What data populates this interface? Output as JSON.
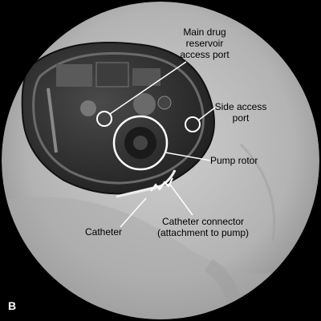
{
  "labels": {
    "main_reservoir": "Main drug\nreservoir\naccess port",
    "side_access": "Side access\nport",
    "pump_rotor": "Pump rotor",
    "catheter": "Catheter",
    "catheter_connector": "Catheter connector\n(attachment to pump)"
  },
  "panel_letter": "B",
  "colors": {
    "background": "#000000",
    "xray_field": "#b8b8b8",
    "pump_body": "#2e2e2e",
    "annotation": "#ffffff",
    "label_text": "#000000"
  }
}
